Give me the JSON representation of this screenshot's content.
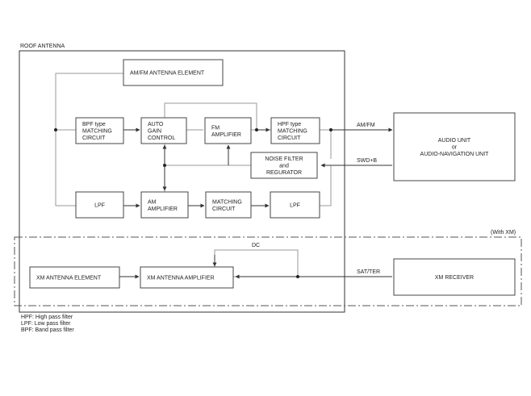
{
  "labels": {
    "roof_antenna": "ROOF ANTENNA",
    "with_xm": "(With XM)",
    "am_fm": "AM/FM",
    "swd_b": "SWD+B",
    "dc": "DC",
    "sat_ter": "SAT/TER"
  },
  "blocks": {
    "am_fm_antenna_element": [
      "AM/FM ANTENNA ELEMENT"
    ],
    "bpf_matching": [
      "BPF type",
      "MATCHING",
      "CIRCUIT"
    ],
    "auto_gain_control": [
      "AUTO",
      "GAIN",
      "CONTROL"
    ],
    "fm_amplifier": [
      "FM",
      "AMPLIFIER"
    ],
    "hpf_matching": [
      "HPF type",
      "MATCHING",
      "CIRCUIT"
    ],
    "noise_filter": [
      "NOISE FILTER",
      "and",
      "REGURATOR"
    ],
    "lpf_left": [
      "LPF"
    ],
    "am_amplifier": [
      "AM",
      "AMPLIFIER"
    ],
    "matching_circuit": [
      "MATCHING",
      "CIRCUIT"
    ],
    "lpf_right": [
      "LPF"
    ],
    "audio_unit": [
      "AUDIO UNIT",
      "or",
      "AUDIO-NAVIGATION UNIT"
    ],
    "xm_antenna_element": [
      "XM ANTENNA ELEMENT"
    ],
    "xm_antenna_amplifier": [
      "XM ANTENNA AMPLIFIER"
    ],
    "xm_receiver": [
      "XM RECEIVER"
    ]
  },
  "legend": [
    "HPF: High pass filter",
    "LPF: Low pass filter",
    "BPF: Band pass filter"
  ]
}
